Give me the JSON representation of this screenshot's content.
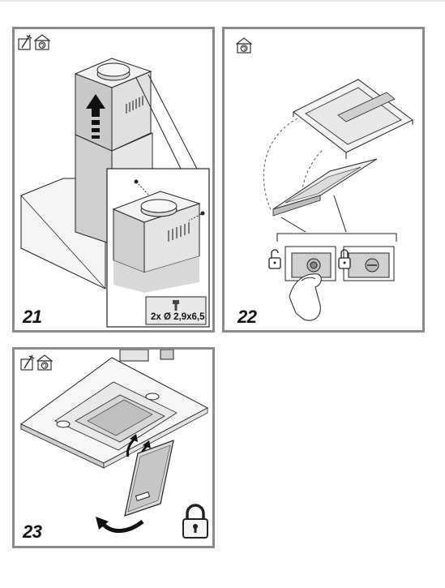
{
  "steps": [
    {
      "number": "21",
      "icons": [
        "tools-icon",
        "recirculation-house-icon"
      ],
      "screw_caption": "2x Ø 2,9x6,5"
    },
    {
      "number": "22",
      "icons": [
        "recirculation-house-icon"
      ],
      "lock_states": [
        "unlocked",
        "locked"
      ]
    },
    {
      "number": "23",
      "icons": [
        "tools-icon",
        "recirculation-house-icon"
      ],
      "lock_state": "locked"
    }
  ],
  "colors": {
    "border": "#8a8a8a",
    "line": "#222222",
    "shade": "#bdbdbd"
  }
}
